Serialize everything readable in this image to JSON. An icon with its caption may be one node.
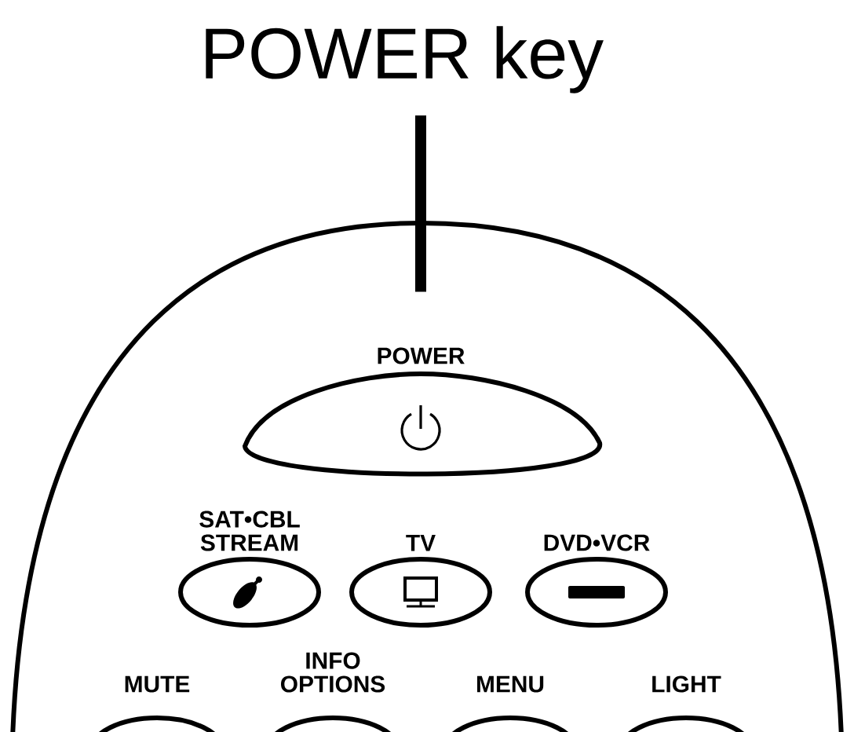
{
  "diagram": {
    "nodes": [
      {
        "text": [
          "POWER key"
        ]
      },
      {
        "text": [
          "POWER"
        ]
      },
      {
        "text": [
          "SAT•CBL STREAM"
        ]
      },
      {
        "text": [
          "TV"
        ]
      },
      {
        "text": [
          "DVD•VCR"
        ]
      },
      {
        "text": [
          "MUTE"
        ]
      },
      {
        "text": [
          "INFO OPTIONS"
        ]
      },
      {
        "text": [
          "MENU"
        ]
      },
      {
        "text": [
          "LIGHT"
        ]
      }
    ],
    "edges": [
      {
        "from": 0,
        "to": 1,
        "arrow": "none"
      }
    ]
  }
}
